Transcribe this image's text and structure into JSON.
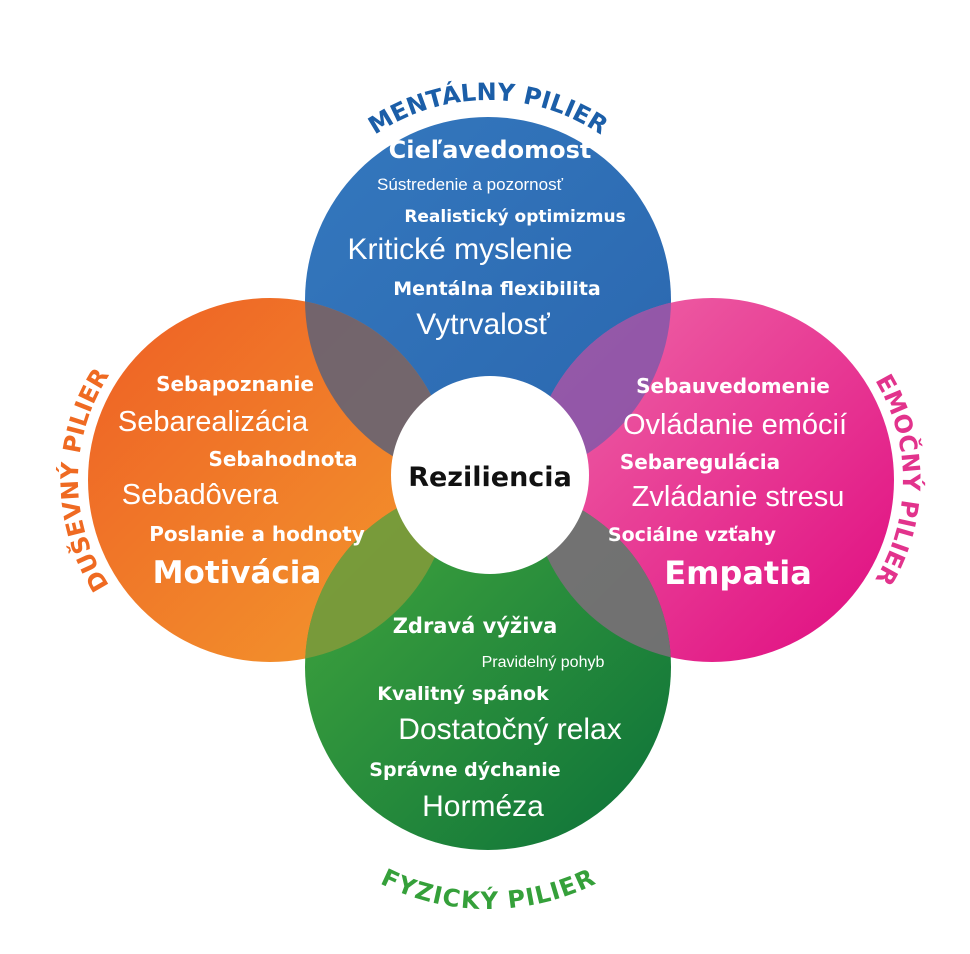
{
  "center": {
    "label": "Reziliencia"
  },
  "colors": {
    "blue": "#2f72b8",
    "orange": "#ef6d24",
    "pink": "#e4338e",
    "green": "#2a9440"
  },
  "pillars": {
    "mental": {
      "title": "MENTÁLNY PILIER",
      "items": [
        "Cieľavedomosť",
        "Sústredenie a pozornosť",
        "Realistický optimizmus",
        "Kritické myslenie",
        "Mentálna flexibilita",
        "Vytrvalosť"
      ]
    },
    "spiritual": {
      "title": "DUŠEVNÝ PILIER",
      "items": [
        "Sebapoznanie",
        "Sebarealizácia",
        "Sebahodnota",
        "Sebadôvera",
        "Poslanie a hodnoty",
        "Motivácia"
      ]
    },
    "emotional": {
      "title": "EMOČNÝ PILIER",
      "items": [
        "Sebauvedomenie",
        "Ovládanie emócií",
        "Sebaregulácia",
        "Zvládanie stresu",
        "Sociálne vzťahy",
        "Empatia"
      ]
    },
    "physical": {
      "title": "FYZICKÝ PILIER",
      "items": [
        "Zdravá výživa",
        "Pravidelný pohyb",
        "Kvalitný spánok",
        "Dostatočný relax",
        "Správne dýchanie",
        "Horméza"
      ]
    }
  }
}
